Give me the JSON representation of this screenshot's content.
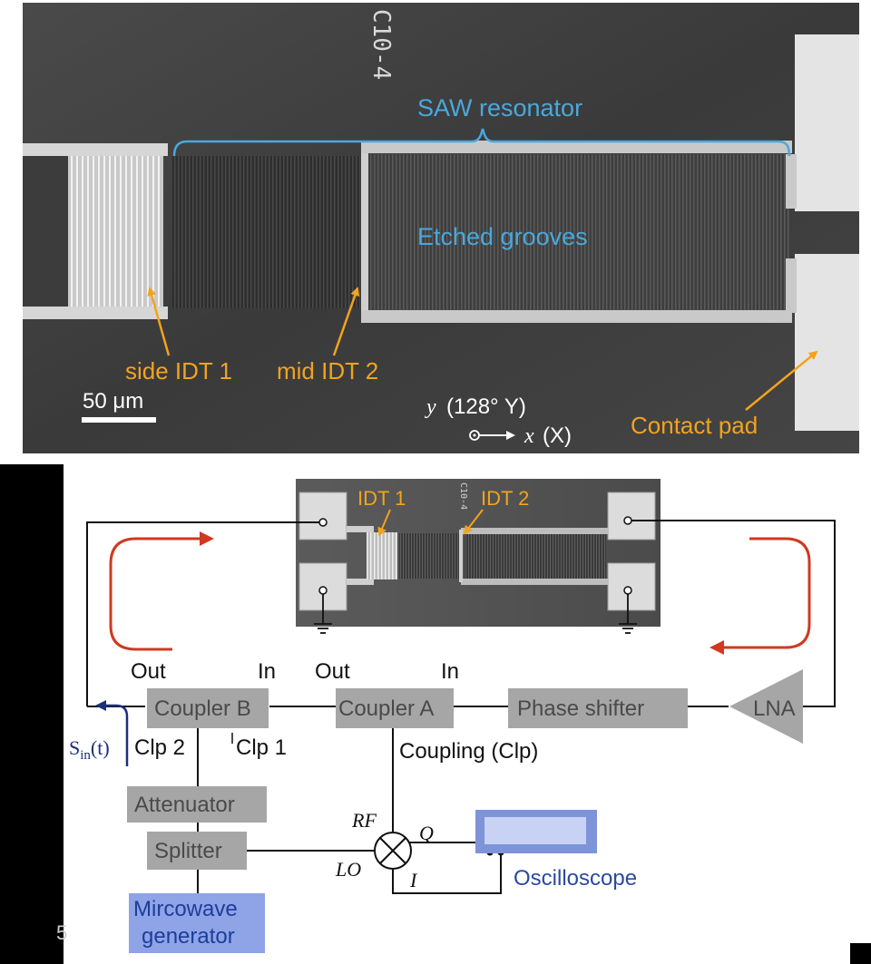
{
  "sem": {
    "saw_resonator": "SAW resonator",
    "etched_grooves": "Etched grooves",
    "side_idt": "side IDT 1",
    "mid_idt": "mid IDT 2",
    "contact_pad": "Contact pad",
    "scale_bar": "50 μm",
    "axis_y_symbol": "y",
    "axis_y_text": "(128° Y)",
    "axis_x_symbol": "x",
    "axis_x_text": "(X)",
    "engraving": "C10-4"
  },
  "circuit": {
    "inset_idt1": "IDT 1",
    "inset_idt2": "IDT 2",
    "coupler_b": "Coupler B",
    "coupler_a": "Coupler A",
    "phase_shifter": "Phase shifter",
    "lna": "LNA",
    "attenuator": "Attenuator",
    "splitter": "Splitter",
    "generator_line1": "Mircowave",
    "generator_line2": "generator",
    "oscilloscope": "Oscilloscope",
    "out_b": "Out",
    "in_b": "In",
    "out_a": "Out",
    "in_a": "In",
    "clp2": "Clp 2",
    "clp1": "Clp 1",
    "coupling": "Coupling (Clp)",
    "rf": "RF",
    "lo": "LO",
    "q": "Q",
    "i": "I",
    "sin_main": "S",
    "sin_sub": "in",
    "sin_arg": "(t)"
  },
  "colors": {
    "annotation_orange": "#f2a31f",
    "annotation_blue": "#4aa8dc",
    "loop_arrow_red": "#d0391f",
    "box_gray": "#a6a6a6",
    "generator_blue": "#8ea4e6",
    "oscilloscope_blue": "#7d94d8",
    "signal_navy": "#1c2f7a"
  }
}
